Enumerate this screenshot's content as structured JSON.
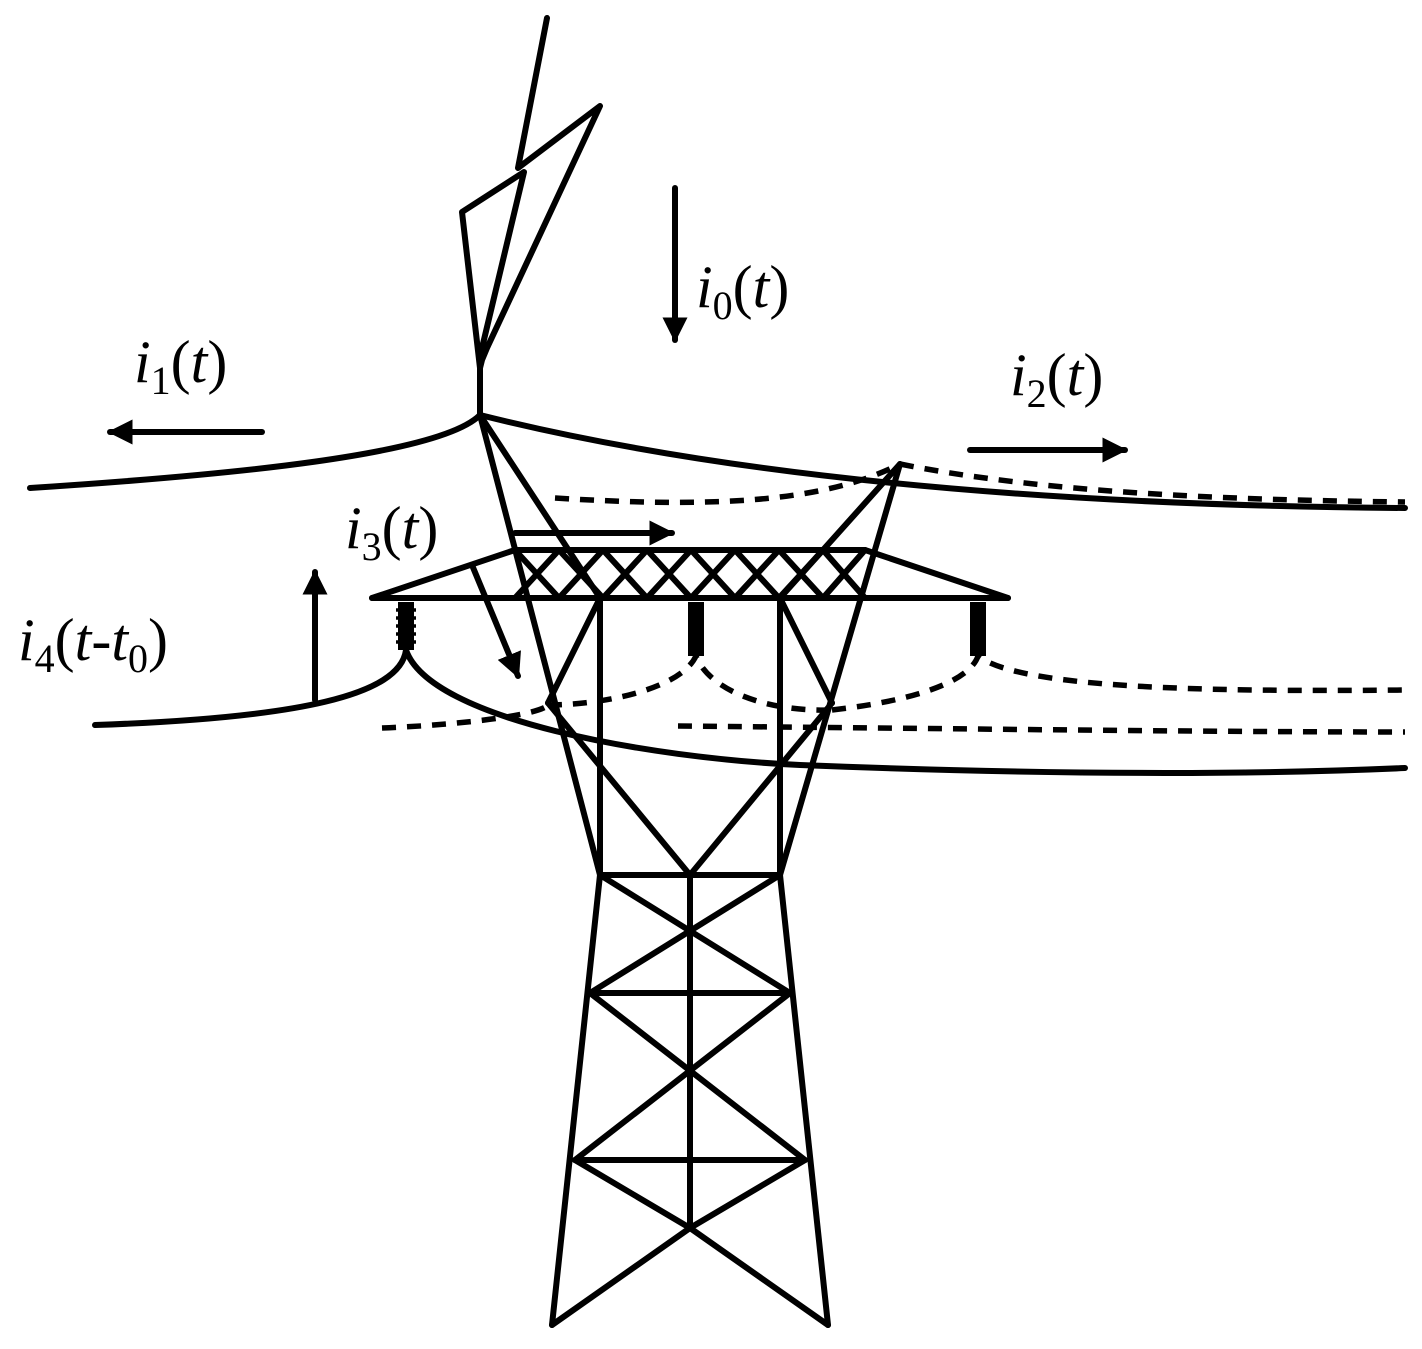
{
  "labels": {
    "i0": {
      "var": "i",
      "sub": "0",
      "open": "(",
      "arg": "t",
      "close": ")"
    },
    "i1": {
      "var": "i",
      "sub": "1",
      "open": "(",
      "arg": "t",
      "close": ")"
    },
    "i2": {
      "var": "i",
      "sub": "2",
      "open": "(",
      "arg": "t",
      "close": ")"
    },
    "i3": {
      "var": "i",
      "sub": "3",
      "open": "(",
      "arg": "t",
      "close": ")"
    },
    "i4": {
      "var": "i",
      "sub": "4",
      "open": "(",
      "arg": "t",
      "dash": "-",
      "arg2": "t",
      "sub2": "0",
      "close": ")"
    }
  }
}
